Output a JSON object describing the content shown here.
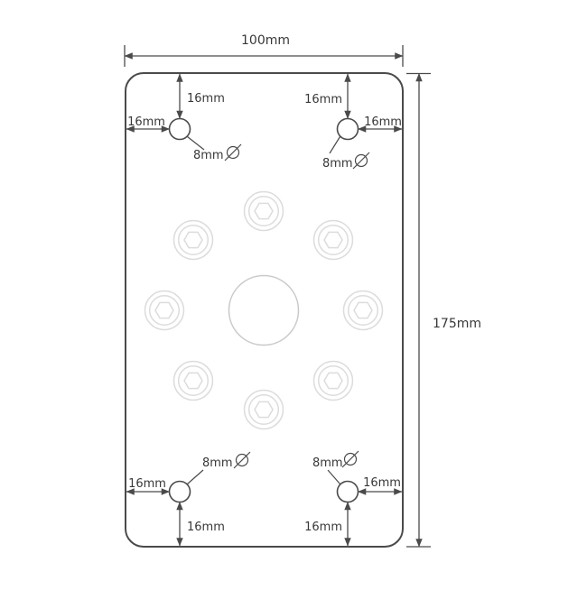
{
  "overall": {
    "width_label": "100mm",
    "height_label": "175mm"
  },
  "corner_holes": {
    "top_left": {
      "top_offset": "16mm",
      "side_offset": "16mm",
      "diameter": "8mm"
    },
    "top_right": {
      "top_offset": "16mm",
      "side_offset": "16mm",
      "diameter": "8mm"
    },
    "bottom_left": {
      "bottom_offset": "16mm",
      "side_offset": "16mm",
      "diameter": "8mm"
    },
    "bottom_right": {
      "bottom_offset": "16mm",
      "side_offset": "16mm",
      "diameter": "8mm"
    }
  },
  "symbols": {
    "diameter": "Ø"
  },
  "colors": {
    "background": "#ffffff",
    "line": "#4a4a4a",
    "text": "#383838",
    "bolt_outline": "#dcdcdc",
    "center_hole_outline": "#c9c9c9"
  }
}
